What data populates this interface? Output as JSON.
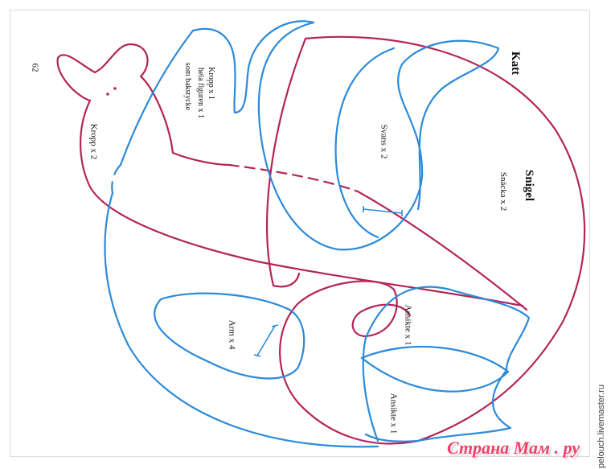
{
  "page_number": "62",
  "labels": {
    "katt": "Katt",
    "snigel": "Snigel",
    "snacka": "Snäcka x 2",
    "svans": "Svans x 2",
    "kropp_snail": "Kropp x 2",
    "kropp_cat_1": "Kropp x 1",
    "kropp_cat_2": "hela figuren x 1",
    "kropp_cat_3": "som bakstycke",
    "arm": "Arm x 4",
    "ansikte_1": "Ansikte x 1",
    "ansikte_2": "Ansikte x 1"
  },
  "watermark": {
    "site": "pelouch.livemaster.ru",
    "logo": "Страна Мам . ру"
  },
  "colors": {
    "cat_outline": "#2c8ad8",
    "snail_outline": "#b4245a",
    "text": "#111111",
    "logo": "#ef3f6a"
  }
}
